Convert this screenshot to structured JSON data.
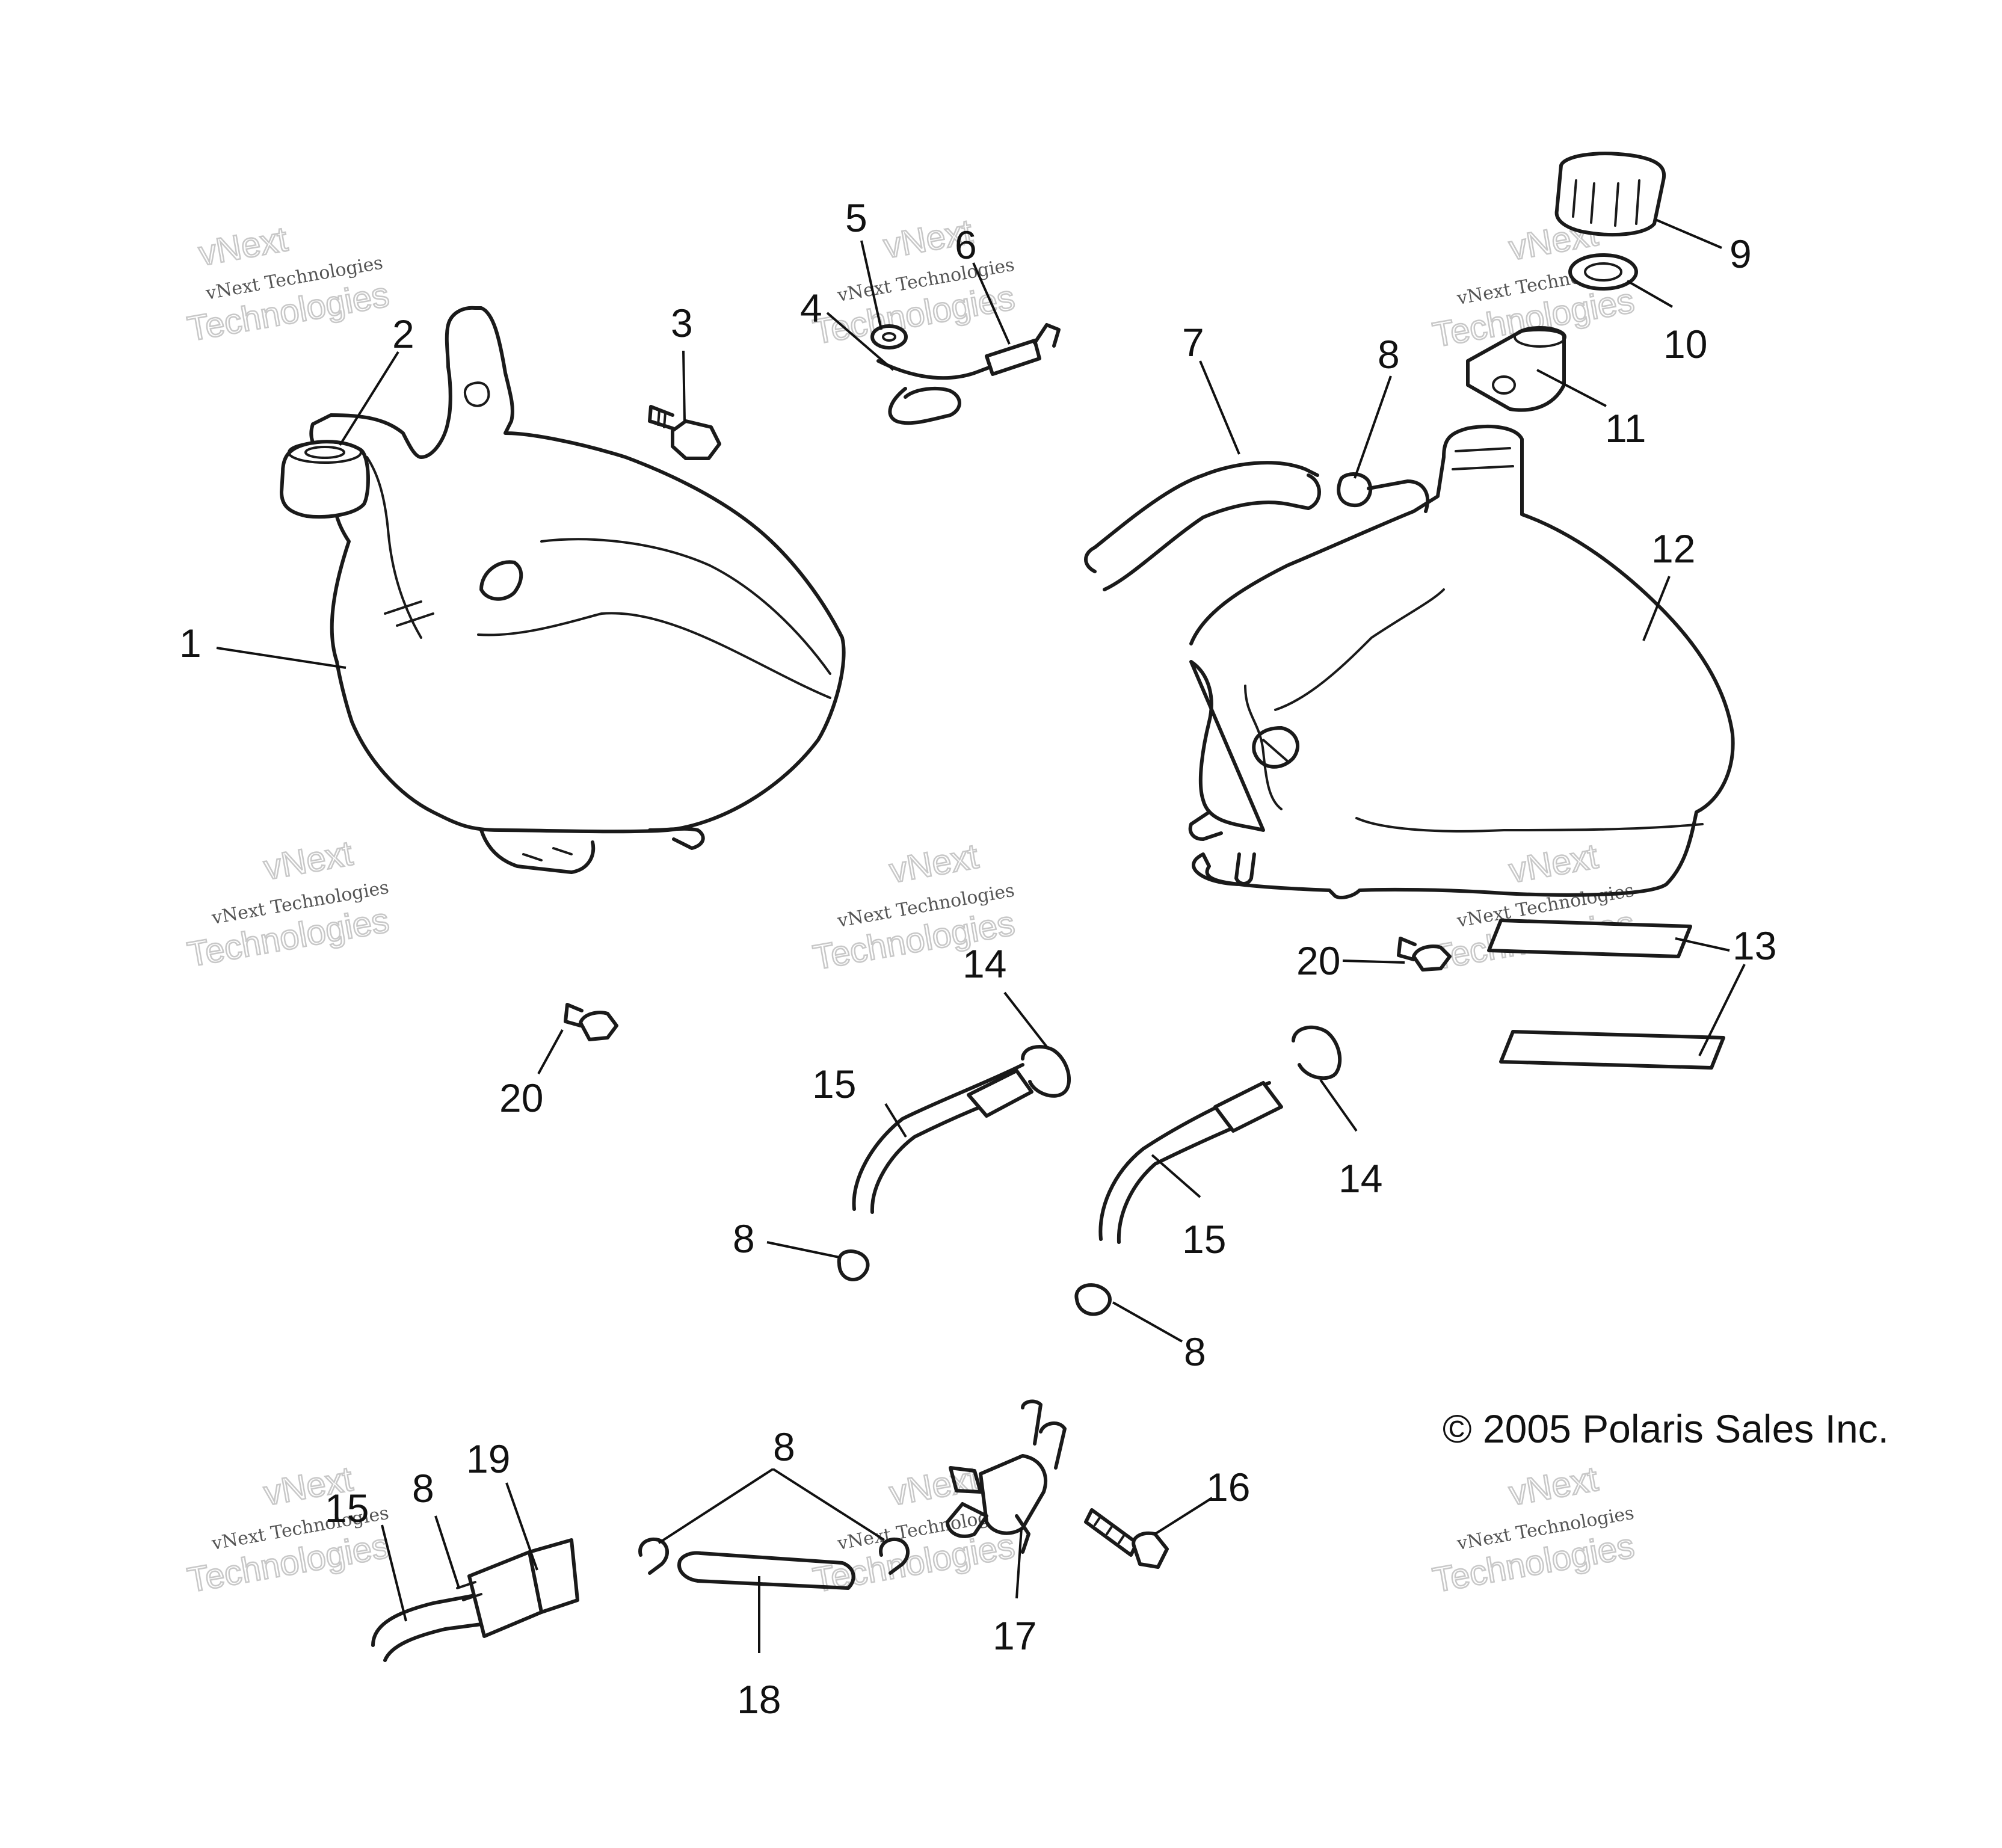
{
  "callouts": [
    "1",
    "2",
    "3",
    "4",
    "5",
    "6",
    "7",
    "8",
    "9",
    "10",
    "11",
    "12",
    "13",
    "14",
    "15",
    "16",
    "17",
    "18",
    "19",
    "20"
  ],
  "copyright": "© 2005 Polaris Sales Inc.",
  "watermark": {
    "line1": "vNext",
    "line2": "vNext Technologies",
    "line3": "Technologies"
  }
}
